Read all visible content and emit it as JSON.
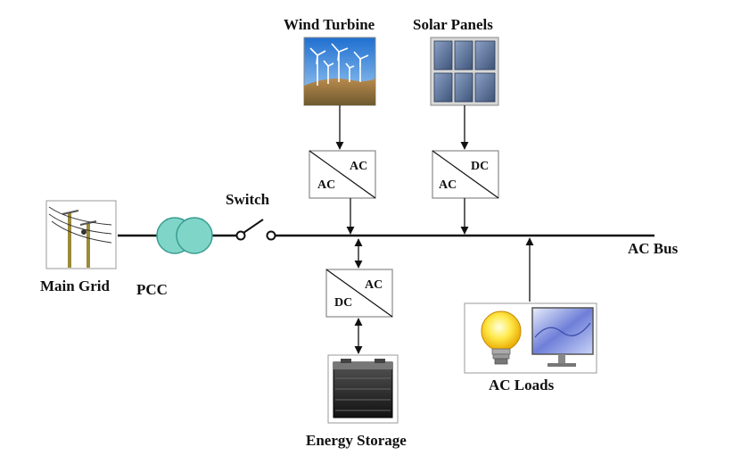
{
  "sources": {
    "wind": {
      "label": "Wind Turbine"
    },
    "solar": {
      "label": "Solar Panels"
    }
  },
  "converters": {
    "wind": {
      "top_label": "AC",
      "bottom_label": "AC"
    },
    "solar": {
      "top_label": "DC",
      "bottom_label": "AC"
    },
    "storage": {
      "top_label": "AC",
      "bottom_label": "DC"
    }
  },
  "grid": {
    "main_grid_label": "Main Grid",
    "pcc_label": "PCC",
    "switch_label": "Switch"
  },
  "bus": {
    "label": "AC Bus"
  },
  "storage": {
    "label": "Energy Storage"
  },
  "loads": {
    "label": "AC Loads"
  },
  "colors": {
    "line": "#111111",
    "pcc_fill": "#7fd6c8",
    "pcc_stroke": "#3a9c90",
    "box_border": "#888888"
  }
}
